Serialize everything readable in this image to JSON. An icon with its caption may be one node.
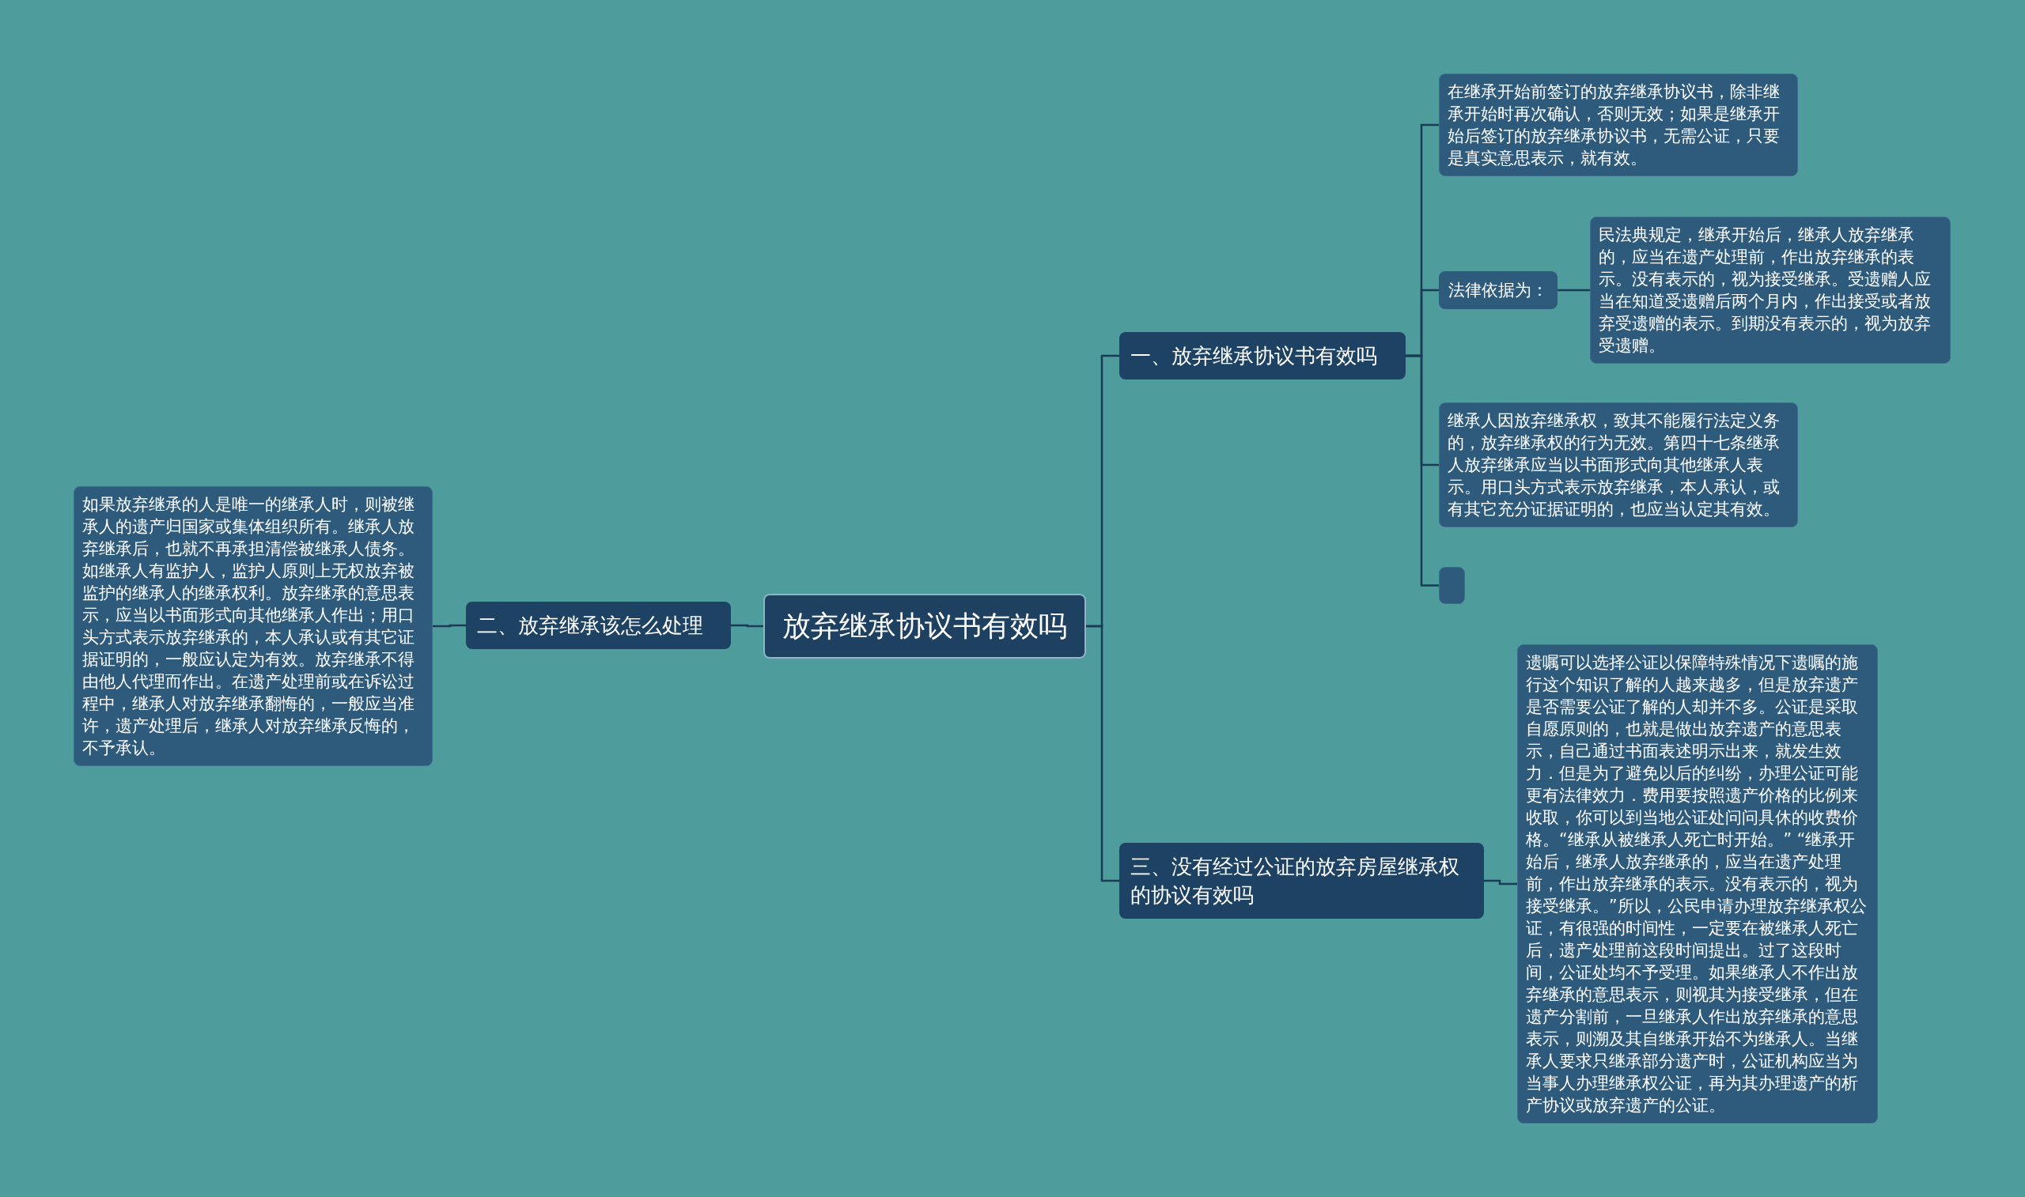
{
  "diagram": {
    "nodes": [
      {
        "text": [
          "放弃继承协议书有效吗"
        ]
      },
      {
        "text": [
          "一、放弃继承协议书有效吗"
        ]
      },
      {
        "text": [
          "在继承开始前签订的放弃继承协议书，除非继承开始时再次确认，否则无效；如果是继承开始后签订的放弃继承协议书，无需公证，只要是真实意思表示，就有效。"
        ]
      },
      {
        "text": [
          "法律依据为："
        ]
      },
      {
        "text": [
          "民法典规定，继承开始后，继承人放弃继承的，应当在遗产处理前，作出放弃继承的表示。没有表示的，视为接受继承。受遗赠人应当在知道受遗赠后两个月内，作出接受或者放弃受遗赠的表示。到期没有表示的，视为放弃受遗赠。"
        ]
      },
      {
        "text": [
          "继承人因放弃继承权，致其不能履行法定义务的，放弃继承权的行为无效。第四十七条继承人放弃继承应当以书面形式向其他继承人表示。用口头方式表示放弃继承，本人承认，或有其它充分证据证明的，也应当认定其有效。"
        ]
      },
      {
        "text": [],
        "shape": "box"
      },
      {
        "text": [
          "三、没有经过公证的放弃房屋继承权的协议有效吗"
        ]
      },
      {
        "text": [
          "遗嘱可以选择公证以保障特殊情况下遗嘱的施行这个知识了解的人越来越多，但是放弃遗产是否需要公证了解的人却并不多。公证是采取自愿原则的，也就是做出放弃遗产的意思表示，自己通过书面表述明示出来，就发生效力．但是为了避免以后的纠纷，办理公证可能更有法律效力．费用要按照遗产价格的比例来收取，你可以到当地公证处问问具休的收费价格。“继承从被继承人死亡时开始。” “继承开始后，继承人放弃继承的，应当在遗产处理前，作出放弃继承的表示。没有表示的，视为接受继承。”所以，公民申请办理放弃继承权公证，有很强的时间性，一定要在被继承人死亡后，遗产处理前这段时间提出。过了这段时间，公证处均不予受理。如果继承人不作出放弃继承的意思表示，则视其为接受继承，但在遗产分割前，一旦继承人作出放弃继承的意思表示，则溯及其自继承开始不为继承人。当继承人要求只继承部分遗产时，公证机构应当为当事人办理继承权公证，再为其办理遗产的析产协议或放弃遗产的公证。"
        ]
      },
      {
        "text": [
          "二、放弃继承该怎么处理"
        ]
      },
      {
        "text": [
          "如果放弃继承的人是唯一的继承人时，则被继承人的遗产归国家或集体组织所有。继承人放弃继承后，也就不再承担清偿被继承人债务。如继承人有监护人，监护人原则上无权放弃被监护的继承人的继承权利。放弃继承的意思表示，应当以书面形式向其他继承人作出；用口头方式表示放弃继承的，本人承认或有其它证据证明的，一般应认定为有效。放弃继承不得由他人代理而作出。在遗产处理前或在诉讼过程中，继承人对放弃继承翻悔的，一般应当准许，遗产处理后，继承人对放弃继承反悔的，不予承认。"
        ]
      }
    ],
    "edges": [
      {
        "from": 0,
        "to": 1,
        "arrow": "none"
      },
      {
        "from": 1,
        "to": 2,
        "arrow": "none"
      },
      {
        "from": 1,
        "to": 3,
        "arrow": "none"
      },
      {
        "from": 3,
        "to": 4,
        "arrow": "none"
      },
      {
        "from": 1,
        "to": 5,
        "arrow": "none"
      },
      {
        "from": 1,
        "to": 6,
        "arrow": "none"
      },
      {
        "from": 0,
        "to": 7,
        "arrow": "none"
      },
      {
        "from": 7,
        "to": 8,
        "arrow": "none"
      },
      {
        "from": 0,
        "to": 9,
        "arrow": "none"
      },
      {
        "from": 9,
        "to": 10,
        "arrow": "none"
      }
    ]
  }
}
